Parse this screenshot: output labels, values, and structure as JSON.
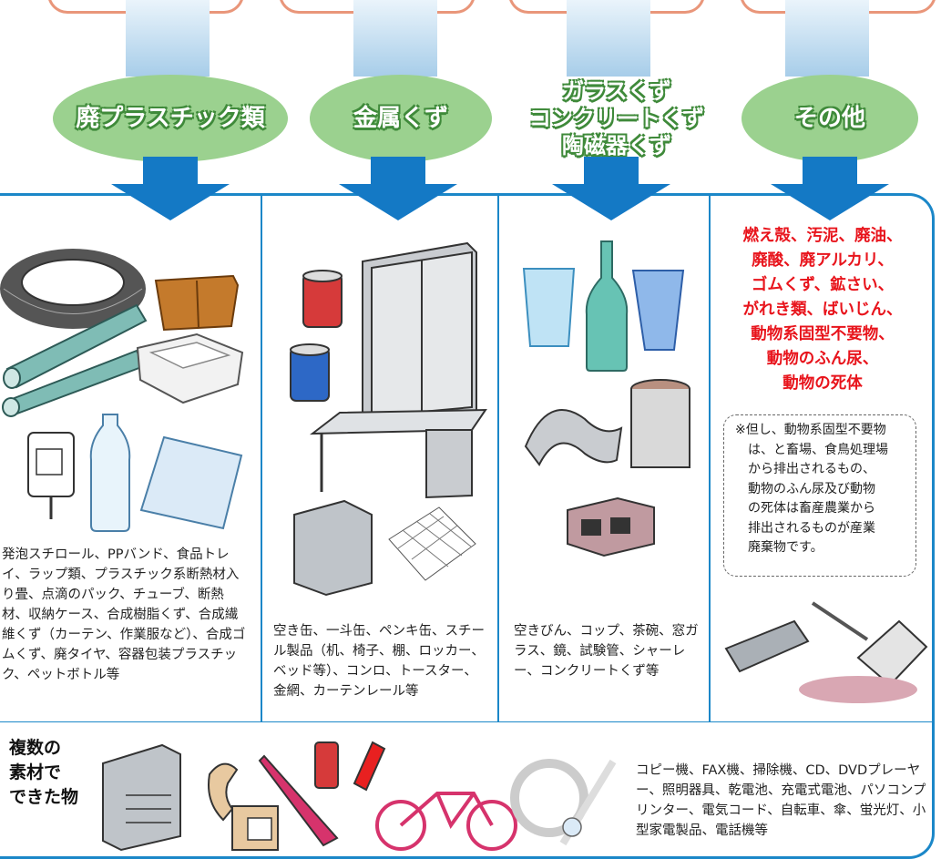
{
  "categories": [
    {
      "title": "廃プラスチック類",
      "description": "発泡スチロール、PPバンド、食品トレイ、ラップ類、プラスチック系断熱材入り畳、点滴のパック、チューブ、断熱材、収納ケース、合成樹脂くず、合成繊維くず（カーテン、作業服など）、合成ゴムくず、廃タイヤ、容器包装プラスチック、ペットボトル等"
    },
    {
      "title": "金属くず",
      "description": "空き缶、一斗缶、ペンキ缶、スチール製品（机、椅子、棚、ロッカー、ベッド等）、コンロ、トースター、金網、カーテンレール等"
    },
    {
      "title": "ガラスくず\nコンクリートくず\n陶磁器くず",
      "description": "空きびん、コップ、茶碗、窓ガラス、鏡、試験管、シャーレー、コンクリートくず等"
    },
    {
      "title": "その他",
      "description": "燃え殻、汚泥、廃油、\n廃酸、廃アルカリ、\nゴムくず、鉱さい、\nがれき類、ばいじん、\n動物系固型不要物、\n動物のふん尿、\n動物の死体"
    }
  ],
  "note": "※但し、動物系固型不要物\n　は、と畜場、食鳥処理場\n　から排出されるもの、\n　動物のふん尿及び動物\n　の死体は畜産農業から\n　排出されるものが産業\n　廃棄物です。",
  "bottom": {
    "title": "複数の\n素材で\nできた物",
    "description": "コピー機、FAX機、掃除機、CD、DVDプレーヤー、照明器具、乾電池、充電式電池、パソコンプリンター、電気コード、自転車、傘、蛍光灯、小型家電製品、電話機等"
  },
  "colors": {
    "panel_border": "#1b87c8",
    "oval": "#9bd18f",
    "oval_outline": "#3f8a3a",
    "highlight": "#e8141c"
  }
}
